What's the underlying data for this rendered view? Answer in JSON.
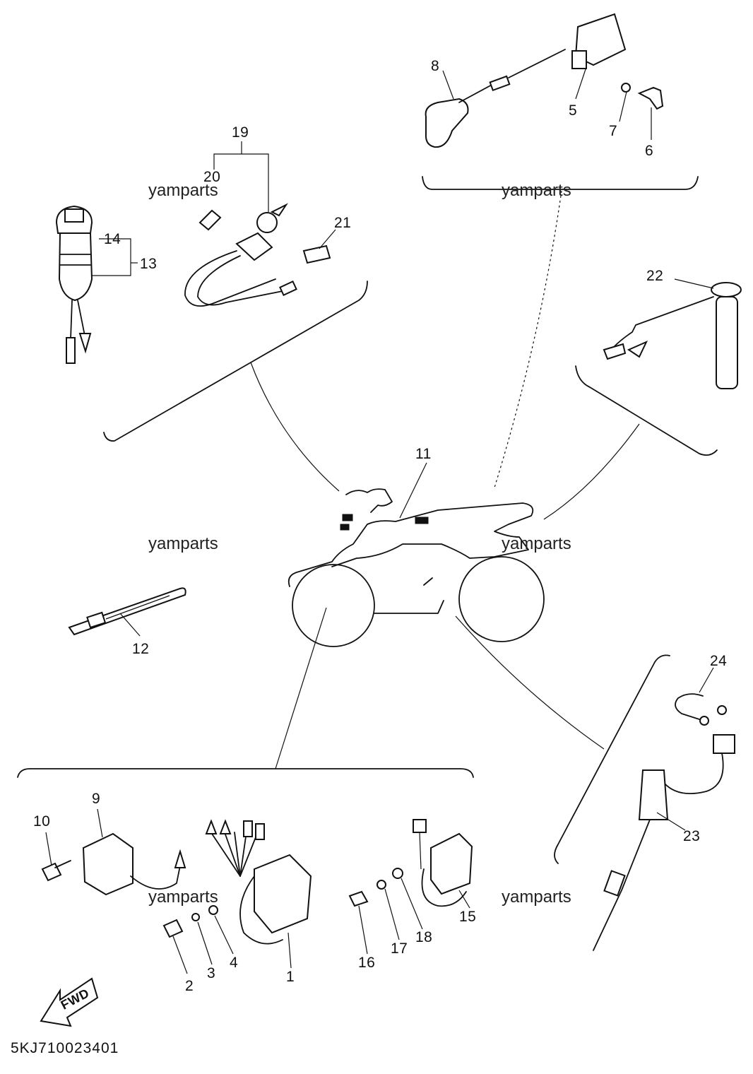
{
  "diagram": {
    "watermark": "yamparts",
    "drawing_code": "5KJ710023401",
    "direction_label": "FWD",
    "callouts": [
      "1",
      "2",
      "3",
      "4",
      "5",
      "6",
      "7",
      "8",
      "9",
      "10",
      "11",
      "12",
      "13",
      "14",
      "15",
      "16",
      "17",
      "18",
      "19",
      "20",
      "21",
      "22",
      "23",
      "24"
    ]
  }
}
